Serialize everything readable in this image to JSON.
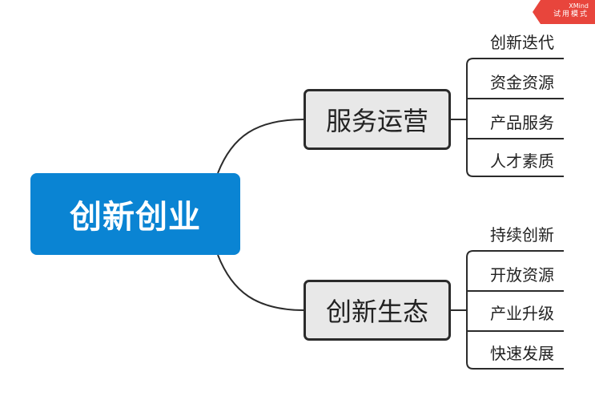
{
  "mindmap": {
    "root": "创新创业",
    "branches": [
      {
        "label": "服务运营",
        "children": [
          "创新迭代",
          "资金资源",
          "产品服务",
          "人才素质"
        ]
      },
      {
        "label": "创新生态",
        "children": [
          "持续创新",
          "开放资源",
          "产业升级",
          "快速发展"
        ]
      }
    ]
  },
  "watermark": {
    "line1": "XMind",
    "line2": "试用模式"
  },
  "colors": {
    "root_fill": "#0a84d3",
    "main_fill": "#e8e8e8",
    "line": "#2b2b2b",
    "badge": "#e8453c"
  }
}
